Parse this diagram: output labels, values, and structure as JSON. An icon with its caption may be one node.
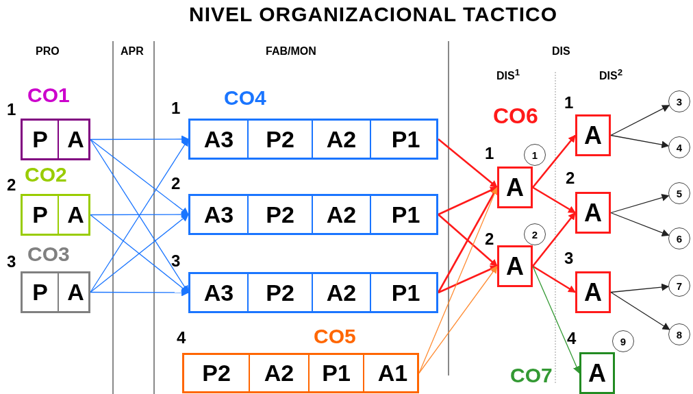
{
  "diagram": {
    "title": "NIVEL ORGANIZACIONAL TACTICO",
    "nodes": [
      {
        "text": [],
        "shape": "box",
        "beside": [
          "1",
          "CO1"
        ]
      },
      {
        "text": [
          "P"
        ],
        "in": 0
      },
      {
        "text": [
          "A"
        ],
        "in": 0
      },
      {
        "text": [],
        "shape": "box",
        "beside": [
          "2",
          "CO2"
        ]
      },
      {
        "text": [
          "P"
        ],
        "in": 3
      },
      {
        "text": [
          "A"
        ],
        "in": 3
      },
      {
        "text": [],
        "shape": "box",
        "beside": [
          "3",
          "CO3"
        ]
      },
      {
        "text": [
          "P"
        ],
        "in": 6
      },
      {
        "text": [
          "A"
        ],
        "in": 6
      },
      {
        "text": [],
        "shape": "box",
        "beside": [
          "1",
          "CO4"
        ]
      },
      {
        "text": [
          "A3"
        ],
        "in": 9
      },
      {
        "text": [
          "P2"
        ],
        "in": 9
      },
      {
        "text": [
          "A2"
        ],
        "in": 9
      },
      {
        "text": [
          "P1"
        ],
        "in": 9
      },
      {
        "text": [],
        "shape": "box",
        "beside": [
          "2"
        ]
      },
      {
        "text": [
          "A3"
        ],
        "in": 14
      },
      {
        "text": [
          "P2"
        ],
        "in": 14
      },
      {
        "text": [
          "A2"
        ],
        "in": 14
      },
      {
        "text": [
          "P1"
        ],
        "in": 14
      },
      {
        "text": [],
        "shape": "box",
        "beside": [
          "3"
        ]
      },
      {
        "text": [
          "A3"
        ],
        "in": 19
      },
      {
        "text": [
          "P2"
        ],
        "in": 19
      },
      {
        "text": [
          "A2"
        ],
        "in": 19
      },
      {
        "text": [
          "P1"
        ],
        "in": 19
      },
      {
        "text": [],
        "shape": "box",
        "beside": [
          "4",
          "CO5"
        ]
      },
      {
        "text": [
          "P2"
        ],
        "in": 24
      },
      {
        "text": [
          "A2"
        ],
        "in": 24
      },
      {
        "text": [
          "P1"
        ],
        "in": 24
      },
      {
        "text": [
          "A1"
        ],
        "in": 24
      },
      {
        "text": [
          "A"
        ],
        "beside": [
          "1"
        ]
      },
      {
        "text": [
          "1"
        ]
      },
      {
        "text": [
          "A"
        ],
        "beside": [
          "2"
        ]
      },
      {
        "text": [
          "2"
        ]
      },
      {
        "text": [
          "A"
        ],
        "beside": [
          "1"
        ]
      },
      {
        "text": [
          "3"
        ]
      },
      {
        "text": [
          "4"
        ]
      },
      {
        "text": [
          "A"
        ],
        "beside": [
          "2"
        ]
      },
      {
        "text": [
          "5"
        ]
      },
      {
        "text": [
          "6"
        ]
      },
      {
        "text": [
          "A"
        ],
        "beside": [
          "3"
        ]
      },
      {
        "text": [
          "7"
        ]
      },
      {
        "text": [
          "8"
        ]
      },
      {
        "text": [
          "A"
        ],
        "beside": [
          "4",
          "CO7"
        ]
      },
      {
        "text": [
          "9"
        ]
      }
    ],
    "edges": [
      {
        "from": 2,
        "to": 10,
        "arrow": "to",
        "color": "#1a75ff"
      },
      {
        "from": 2,
        "to": 15,
        "arrow": "to",
        "color": "#1a75ff"
      },
      {
        "from": 2,
        "to": 20,
        "arrow": "to",
        "color": "#1a75ff"
      },
      {
        "from": 5,
        "to": 15,
        "arrow": "to",
        "color": "#1a75ff"
      },
      {
        "from": 5,
        "to": 20,
        "arrow": "to",
        "color": "#1a75ff"
      },
      {
        "from": 8,
        "to": 10,
        "arrow": "to",
        "color": "#1a75ff"
      },
      {
        "from": 8,
        "to": 15,
        "arrow": "to",
        "color": "#1a75ff"
      },
      {
        "from": 8,
        "to": 20,
        "arrow": "to",
        "color": "#1a75ff"
      },
      {
        "from": 13,
        "to": 29,
        "arrow": "to"
      },
      {
        "from": 18,
        "to": 29,
        "arrow": "to"
      },
      {
        "from": 18,
        "to": 31,
        "arrow": "to"
      },
      {
        "from": 23,
        "to": 29,
        "arrow": "to"
      },
      {
        "from": 23,
        "to": 31,
        "arrow": "to"
      },
      {
        "from": 28,
        "to": 29,
        "arrow": "to",
        "color": "#ff8c33"
      },
      {
        "from": 28,
        "to": 31,
        "arrow": "to",
        "color": "#ff8c33"
      },
      {
        "from": 29,
        "to": 33,
        "arrow": "to"
      },
      {
        "from": 29,
        "to": 36,
        "arrow": "to"
      },
      {
        "from": 31,
        "to": 36,
        "arrow": "to"
      },
      {
        "from": 31,
        "to": 39,
        "arrow": "to"
      },
      {
        "from": 31,
        "to": 42,
        "arrow": "to",
        "color": "#339933"
      },
      {
        "from": 33,
        "to": 34,
        "arrow": "to",
        "color": "#222222"
      },
      {
        "from": 33,
        "to": 35,
        "arrow": "to",
        "color": "#222222"
      },
      {
        "from": 36,
        "to": 37,
        "arrow": "to",
        "color": "#222222"
      },
      {
        "from": 36,
        "to": 38,
        "arrow": "to",
        "color": "#222222"
      },
      {
        "from": 39,
        "to": 40,
        "arrow": "to",
        "color": "#222222"
      },
      {
        "from": 39,
        "to": 41,
        "arrow": "to",
        "color": "#222222"
      }
    ],
    "labels": [
      "PRO",
      "APR",
      "FAB/MON",
      "DIS",
      "DIS$^{1}$",
      "DIS$^{2}$",
      "CO6"
    ]
  }
}
